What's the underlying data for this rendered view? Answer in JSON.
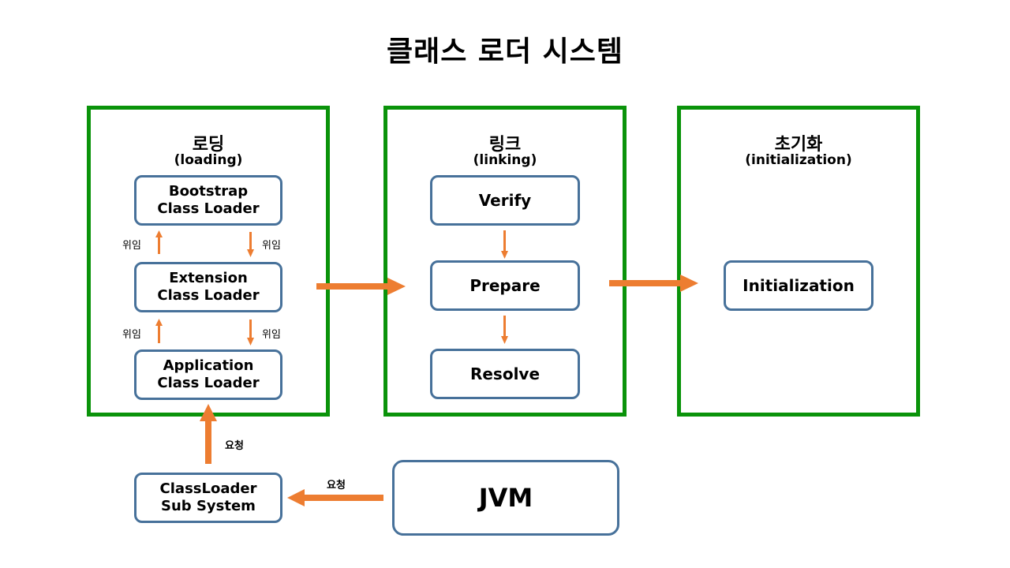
{
  "title": "클래스 로더 시스템",
  "stages": {
    "loading": {
      "title": "로딩",
      "subtitle": "(loading)",
      "boxes": [
        {
          "line1": "Bootstrap",
          "line2": "Class Loader"
        },
        {
          "line1": "Extension",
          "line2": "Class Loader"
        },
        {
          "line1": "Application",
          "line2": "Class Loader"
        }
      ],
      "delegate_label": "위임"
    },
    "linking": {
      "title": "링크",
      "subtitle": "(linking)",
      "steps": [
        "Verify",
        "Prepare",
        "Resolve"
      ]
    },
    "initialization": {
      "title": "초기화",
      "subtitle": "(initialization)",
      "step": "Initialization"
    }
  },
  "subsystem": {
    "line1": "ClassLoader",
    "line2": "Sub System"
  },
  "jvm": "JVM",
  "request_label": "요청",
  "colors": {
    "stage_border": "#0a930a",
    "box_border": "#47719a",
    "arrow": "#ed7d31"
  }
}
